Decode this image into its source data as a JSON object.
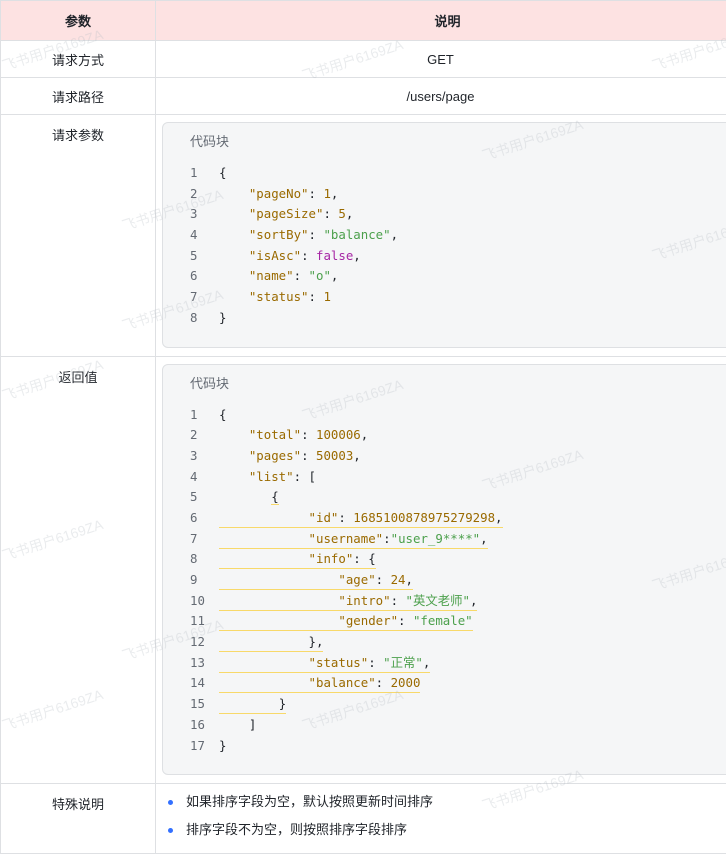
{
  "header": {
    "param": "参数",
    "desc": "说明"
  },
  "rows": {
    "method": {
      "label": "请求方式",
      "value": "GET"
    },
    "path": {
      "label": "请求路径",
      "value": "/users/page"
    },
    "params": {
      "label": "请求参数",
      "code_title": "代码块"
    },
    "returns": {
      "label": "返回值",
      "code_title": "代码块"
    },
    "notes": {
      "label": "特殊说明",
      "items": [
        "如果排序字段为空，默认按照更新时间排序",
        "排序字段不为空，则按照排序字段排序"
      ]
    }
  },
  "request_code": [
    [
      [
        "t",
        "{"
      ]
    ],
    [
      [
        "t",
        "    "
      ],
      [
        "k",
        "\"pageNo\""
      ],
      [
        "t",
        ": "
      ],
      [
        "n",
        "1"
      ],
      [
        "t",
        ","
      ]
    ],
    [
      [
        "t",
        "    "
      ],
      [
        "k",
        "\"pageSize\""
      ],
      [
        "t",
        ": "
      ],
      [
        "n",
        "5"
      ],
      [
        "t",
        ","
      ]
    ],
    [
      [
        "t",
        "    "
      ],
      [
        "k",
        "\"sortBy\""
      ],
      [
        "t",
        ": "
      ],
      [
        "s",
        "\"balance\""
      ],
      [
        "t",
        ","
      ]
    ],
    [
      [
        "t",
        "    "
      ],
      [
        "k",
        "\"isAsc\""
      ],
      [
        "t",
        ": "
      ],
      [
        "b",
        "false"
      ],
      [
        "t",
        ","
      ]
    ],
    [
      [
        "t",
        "    "
      ],
      [
        "k",
        "\"name\""
      ],
      [
        "t",
        ": "
      ],
      [
        "s",
        "\"o\""
      ],
      [
        "t",
        ","
      ]
    ],
    [
      [
        "t",
        "    "
      ],
      [
        "k",
        "\"status\""
      ],
      [
        "t",
        ": "
      ],
      [
        "n",
        "1"
      ]
    ],
    [
      [
        "t",
        "}"
      ]
    ]
  ],
  "response_code": [
    [
      [
        "t",
        "{"
      ]
    ],
    [
      [
        "t",
        "    "
      ],
      [
        "k",
        "\"total\""
      ],
      [
        "t",
        ": "
      ],
      [
        "n",
        "100006"
      ],
      [
        "t",
        ","
      ]
    ],
    [
      [
        "t",
        "    "
      ],
      [
        "k",
        "\"pages\""
      ],
      [
        "t",
        ": "
      ],
      [
        "n",
        "50003"
      ],
      [
        "t",
        ","
      ]
    ],
    [
      [
        "t",
        "    "
      ],
      [
        "k",
        "\"list\""
      ],
      [
        "t",
        ": ["
      ]
    ],
    [
      [
        "t",
        "       "
      ],
      [
        "u",
        "{"
      ]
    ],
    [
      [
        "U",
        "            "
      ],
      [
        "k",
        "\"id\""
      ],
      [
        "t",
        ": "
      ],
      [
        "n",
        "1685100878975279298"
      ],
      [
        "t",
        ","
      ]
    ],
    [
      [
        "U",
        "            "
      ],
      [
        "k",
        "\"username\""
      ],
      [
        "t",
        ":"
      ],
      [
        "s",
        "\"user_9****\""
      ],
      [
        "t",
        ","
      ]
    ],
    [
      [
        "U",
        "            "
      ],
      [
        "k",
        "\"info\""
      ],
      [
        "t",
        ": {"
      ]
    ],
    [
      [
        "U",
        "                "
      ],
      [
        "k",
        "\"age\""
      ],
      [
        "t",
        ": "
      ],
      [
        "n",
        "24"
      ],
      [
        "t",
        ","
      ]
    ],
    [
      [
        "U",
        "                "
      ],
      [
        "k",
        "\"intro\""
      ],
      [
        "t",
        ": "
      ],
      [
        "s",
        "\"英文老师\""
      ],
      [
        "t",
        ","
      ]
    ],
    [
      [
        "U",
        "                "
      ],
      [
        "k",
        "\"gender\""
      ],
      [
        "t",
        ": "
      ],
      [
        "s",
        "\"female\""
      ]
    ],
    [
      [
        "U",
        "            "
      ],
      [
        "t",
        "},"
      ]
    ],
    [
      [
        "U",
        "            "
      ],
      [
        "k",
        "\"status\""
      ],
      [
        "t",
        ": "
      ],
      [
        "s",
        "\"正常\""
      ],
      [
        "t",
        ","
      ]
    ],
    [
      [
        "U",
        "            "
      ],
      [
        "k",
        "\"balance\""
      ],
      [
        "t",
        ": "
      ],
      [
        "n",
        "2000"
      ]
    ],
    [
      [
        "U",
        "        "
      ],
      [
        "t",
        "}"
      ]
    ],
    [
      [
        "t",
        "    ]"
      ]
    ],
    [
      [
        "t",
        "}"
      ]
    ]
  ],
  "watermark": "飞书用户6169ZA"
}
